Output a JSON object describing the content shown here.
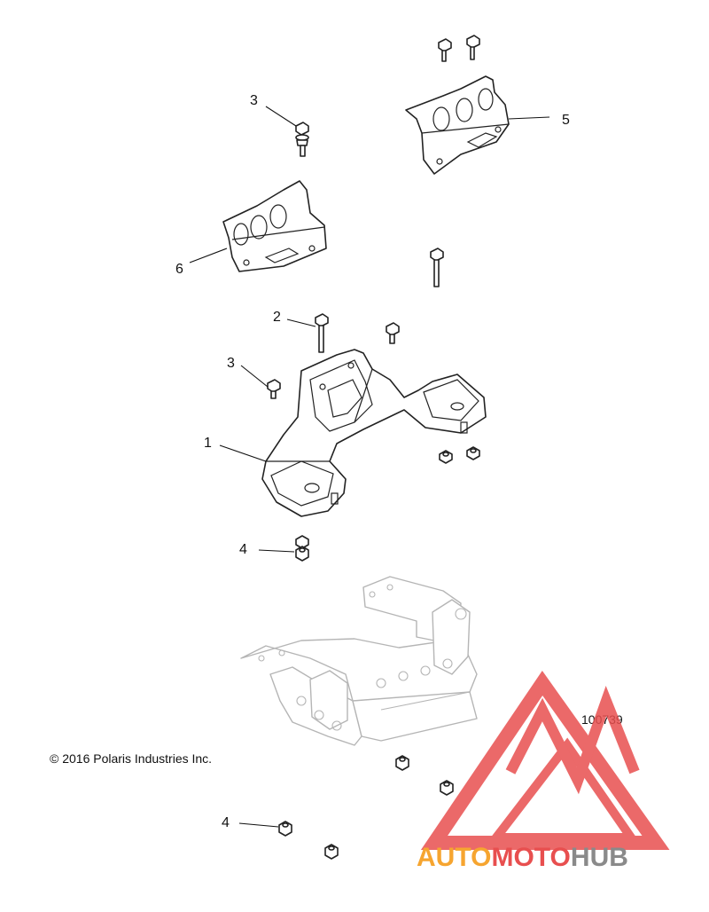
{
  "diagram": {
    "callouts": [
      "3",
      "5",
      "6",
      "2",
      "3",
      "1",
      "4",
      "4"
    ],
    "figure_number": "100739",
    "copyright": "© 2016 Polaris Industries Inc."
  },
  "watermark": {
    "brand_part1": "AUTO",
    "brand_part2": "MOTO",
    "brand_part3": "HUB",
    "color_orange": "#f6a530",
    "color_red": "#e84f4f",
    "color_gray": "#8a8a8a"
  },
  "icons": [
    "bolt-icon",
    "nut-icon",
    "bracket-icon",
    "engine-mount-icon",
    "frame-icon",
    "triangle-logo-icon"
  ]
}
